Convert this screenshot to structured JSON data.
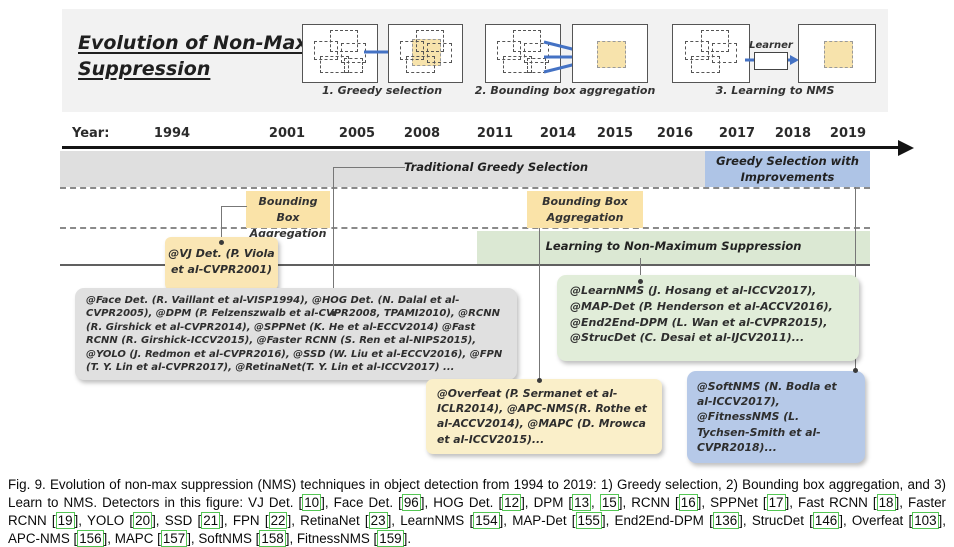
{
  "header": {
    "title_line1": "Evolution of Non-Max",
    "title_line2": "Suppression",
    "diagrams": {
      "greedy_caption": "1. Greedy selection",
      "aggregation_caption": "2. Bounding box aggregation",
      "learning_caption": "3. Learning to NMS",
      "learner_label": "Learner"
    }
  },
  "timeline": {
    "label": "Year:",
    "years": [
      "1994",
      "2001",
      "2005",
      "2008",
      "2011",
      "2014",
      "2015",
      "2016",
      "2017",
      "2018",
      "2019"
    ]
  },
  "bands": {
    "traditional": "Traditional Greedy Selection",
    "improvements_line1": "Greedy Selection with",
    "improvements_line2": "Improvements",
    "bba_line1": "Bounding Box",
    "bba_line2": "Aggregation",
    "learning": "Learning to Non-Maximum Suppression"
  },
  "boxes": {
    "vj": "@VJ Det. (P. Viola et al-CVPR2001)",
    "greedy_list": "@Face Det. (R. Vaillant et al-VISP1994), @HOG Det. (N. Dalal et al-CVPR2005), @DPM (P. Felzenszwalb et al-CVPR2008, TPAMI2010), @RCNN (R. Girshick et al-CVPR2014), @SPPNet (K. He et al-ECCV2014) @Fast RCNN (R. Girshick-ICCV2015), @Faster RCNN (S. Ren et al-NIPS2015), @YOLO (J. Redmon et al-CVPR2016), @SSD (W. Liu et al-ECCV2016), @FPN (T. Y. Lin et al-CVPR2017), @RetinaNet(T. Y. Lin et al-ICCV2017) ...",
    "learning_list": "@LearnNMS (J. Hosang et al-ICCV2017), @MAP-Det (P. Henderson et al-ACCV2016), @End2End-DPM (L. Wan et al-CVPR2015), @StrucDet (C. Desai et al-IJCV2011)...",
    "aggregation_list": "@Overfeat (P. Sermanet et al-ICLR2014), @APC-NMS(R. Rothe et al-ACCV2014), @MAPC (D. Mrowca et al-ICCV2015)...",
    "improved_list": "@SoftNMS (N. Bodla et al-ICCV2017), @FitnessNMS (L. Tychsen-Smith et al-CVPR2018)..."
  },
  "colors": {
    "panel_bg": "#f2f2f2",
    "gray_band": "#dfdfdf",
    "blue_band": "#aec4e6",
    "green_band": "#dbe8d3",
    "yellow_label": "#fae3a8",
    "yellow_box": "#faefc9",
    "blue_box": "#b6c9e8",
    "green_box": "#e1edd9",
    "gray_box": "#e0e0e0",
    "arrow_blue": "#4472c4",
    "ref_border": "#53c653"
  },
  "caption": {
    "segments": [
      {
        "t": "Fig. 9. Evolution of non-max suppression (NMS) techniques in object detection from 1994 to 2019: 1) Greedy selection, 2) Bounding box aggregation, and 3) Learn to NMS. Detectors in this figure: VJ Det. ["
      },
      {
        "r": "10"
      },
      {
        "t": "], Face Det. ["
      },
      {
        "r": "96"
      },
      {
        "t": "], HOG Det. ["
      },
      {
        "r": "12"
      },
      {
        "t": "], DPM ["
      },
      {
        "r": "13"
      },
      {
        "t": ", "
      },
      {
        "r": "15"
      },
      {
        "t": "], RCNN ["
      },
      {
        "r": "16"
      },
      {
        "t": "], SPPNet ["
      },
      {
        "r": "17"
      },
      {
        "t": "], Fast RCNN ["
      },
      {
        "r": "18"
      },
      {
        "t": "], Faster RCNN ["
      },
      {
        "r": "19"
      },
      {
        "t": "], YOLO ["
      },
      {
        "r": "20"
      },
      {
        "t": "], SSD ["
      },
      {
        "r": "21"
      },
      {
        "t": "], FPN ["
      },
      {
        "r": "22"
      },
      {
        "t": "], RetinaNet ["
      },
      {
        "r": "23"
      },
      {
        "t": "], LearnNMS ["
      },
      {
        "r": "154"
      },
      {
        "t": "], MAP-Det ["
      },
      {
        "r": "155"
      },
      {
        "t": "], End2End-DPM ["
      },
      {
        "r": "136"
      },
      {
        "t": "], StrucDet ["
      },
      {
        "r": "146"
      },
      {
        "t": "], Overfeat ["
      },
      {
        "r": "103"
      },
      {
        "t": "], APC-NMS ["
      },
      {
        "r": "156"
      },
      {
        "t": "], MAPC ["
      },
      {
        "r": "157"
      },
      {
        "t": "], SoftNMS ["
      },
      {
        "r": "158"
      },
      {
        "t": "], FitnessNMS ["
      },
      {
        "r": "159"
      },
      {
        "t": "]."
      }
    ]
  }
}
